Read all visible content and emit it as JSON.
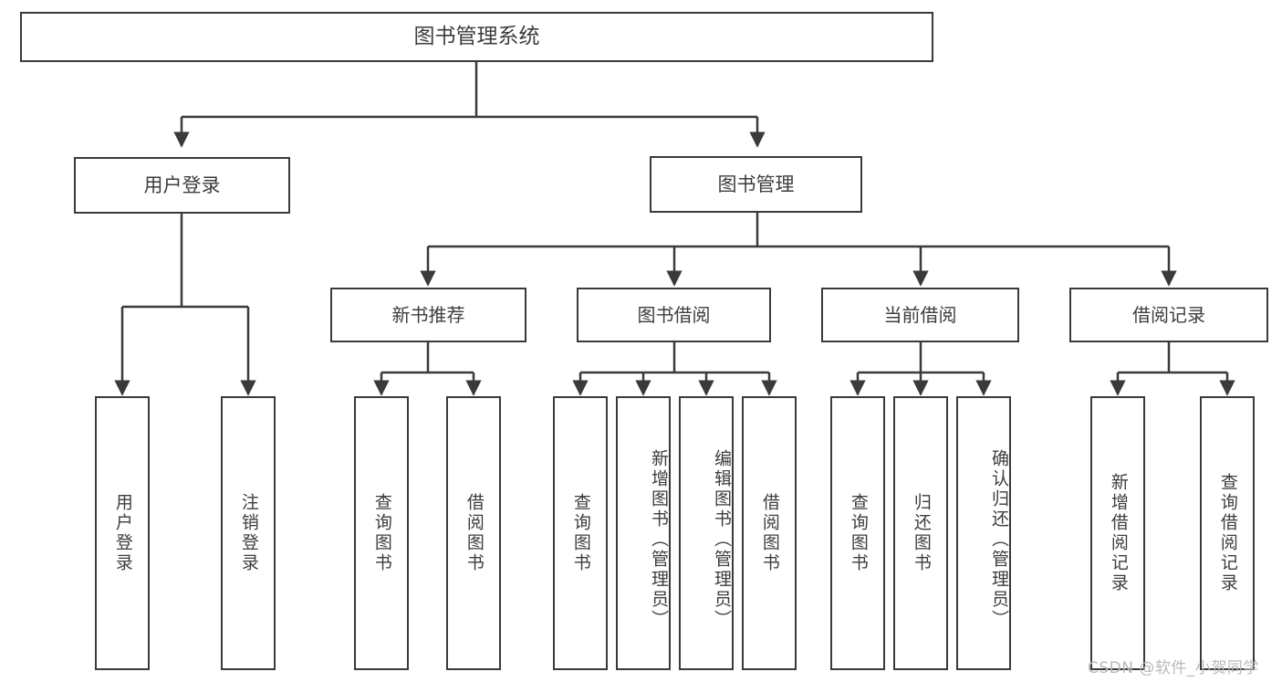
{
  "diagram": {
    "type": "hierarchy-tree",
    "title": "图书管理系统",
    "root": {
      "label": "图书管理系统"
    },
    "level2": [
      {
        "id": "user-login",
        "label": "用户登录"
      },
      {
        "id": "book-manage",
        "label": "图书管理"
      }
    ],
    "level3": [
      {
        "id": "new-book-recommend",
        "label": "新书推荐"
      },
      {
        "id": "book-borrow",
        "label": "图书借阅"
      },
      {
        "id": "current-borrow",
        "label": "当前借阅"
      },
      {
        "id": "borrow-record",
        "label": "借阅记录"
      }
    ],
    "leaves": {
      "user_login": [
        {
          "id": "leaf-user-login",
          "label": "用户登录"
        },
        {
          "id": "leaf-logout-login",
          "label": "注销登录"
        }
      ],
      "new_book_recommend": [
        {
          "id": "leaf-query-book-1",
          "label": "查询图书"
        },
        {
          "id": "leaf-borrow-book-1",
          "label": "借阅图书"
        }
      ],
      "book_borrow": [
        {
          "id": "leaf-query-book-2",
          "label": "查询图书"
        },
        {
          "id": "leaf-add-book",
          "label": "新增图书（管理员）"
        },
        {
          "id": "leaf-edit-book",
          "label": "编辑图书（管理员）"
        },
        {
          "id": "leaf-borrow-book-2",
          "label": "借阅图书"
        }
      ],
      "current_borrow": [
        {
          "id": "leaf-query-book-3",
          "label": "查询图书"
        },
        {
          "id": "leaf-return-book",
          "label": "归还图书"
        },
        {
          "id": "leaf-confirm-return",
          "label": "确认归还（管理员）"
        }
      ],
      "borrow_record": [
        {
          "id": "leaf-add-record",
          "label": "新增借阅记录"
        },
        {
          "id": "leaf-query-record",
          "label": "查询借阅记录"
        }
      ]
    }
  },
  "watermark": {
    "text": "CSDN @软件_小贺同学"
  },
  "colors": {
    "box_border": "#3a3a3a",
    "text": "#3d3d3d",
    "background": "#ffffff",
    "watermark": "#b9b9b9"
  }
}
